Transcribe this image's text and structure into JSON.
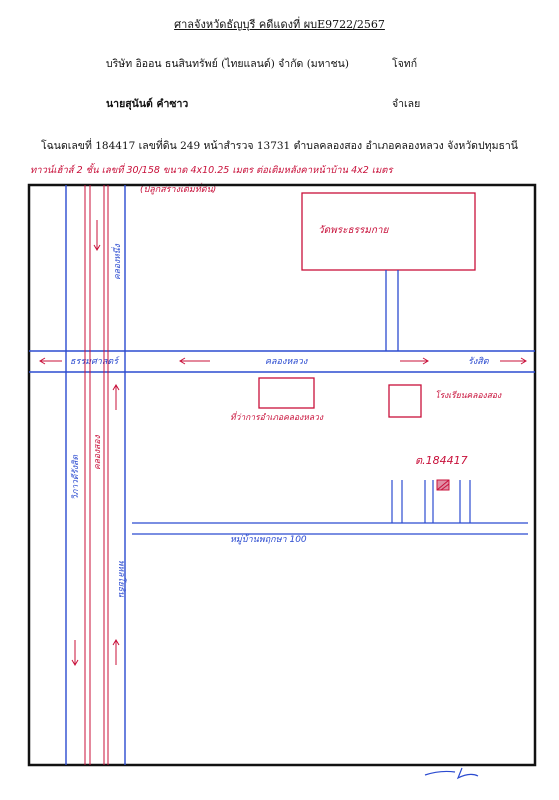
{
  "header": {
    "court_case": "ศาลจังหวัดธัญบุรี คดีแดงที่ ผบE9722/2567",
    "plaintiff": "บริษัท อิออน ธนสินทรัพย์ (ไทยแลนด์) จำกัด (มหาชน)",
    "plaintiff_role": "โจทก์",
    "defendant": "นายสุนันต์ คำซาว",
    "defendant_role": "จำเลย",
    "deed": "โฉนดเลขที่ 184417 เลขที่ดิน 249 หน้าสำรวจ 13731 ตำบลคลองสอง อำเภอคลองหลวง จังหวัดปทุมธานี"
  },
  "map": {
    "note_line1": "ทาวน์เฮ้าส์ 2 ชั้น เลขที่ 30/158 ขนาด 4x10.25 เมตร ต่อเติมหลังคาหน้าบ้าน 4x2 เมตร",
    "note_line2": "(ปลูกสร้างเต็มที่ดิน)",
    "wat_label": "วัดพระธรรมกาย",
    "road_horizontal_left": "ธรรมศาสตร์",
    "road_horizontal_center": "คลองหลวง",
    "road_horizontal_right": "รังสิต",
    "road_vertical_top": "คลองหนึ่ง",
    "road_vertical_left": "วิภาวดีรังสิต",
    "road_vertical_center": "คลองสอง",
    "road_vertical_right": "พหลโยธิน",
    "district_office_label": "ที่ว่าการอำเภอคลองหลวง",
    "school_label": "โรงเรียนคลองสอง",
    "plot_label": "ต.184417",
    "soi_label": "หมู่บ้านพฤกษา 100",
    "signature": "signature"
  }
}
